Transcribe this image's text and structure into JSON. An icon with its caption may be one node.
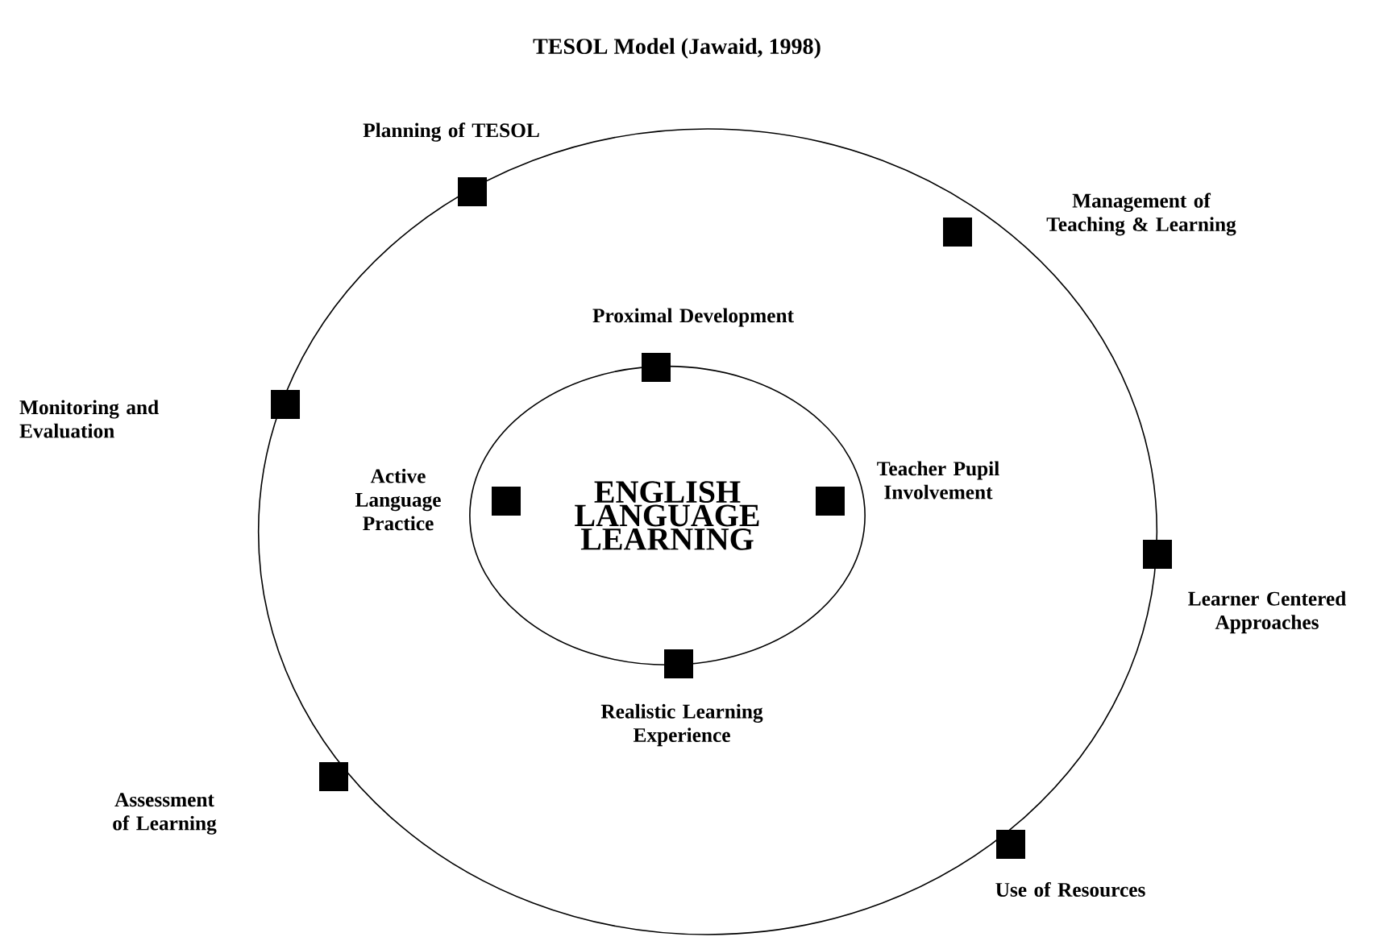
{
  "diagram": {
    "title": "TESOL Model (Jawaid, 1998)",
    "nodes": [
      {
        "text": [],
        "shape": "circle"
      },
      {
        "text": [
          "ENGLISH LANGUAGE LEARNING"
        ],
        "in": 0
      }
    ],
    "labels": [
      "Planning of TESOL",
      "Management of Teaching & Learning",
      "Monitoring and Evaluation",
      "Proximal Development",
      "Active Language Practice",
      "Teacher Pupil Involvement",
      "Learner Centered Approaches",
      "Realistic Learning Experience",
      "Assessment of Learning",
      "Use of Resources"
    ]
  }
}
